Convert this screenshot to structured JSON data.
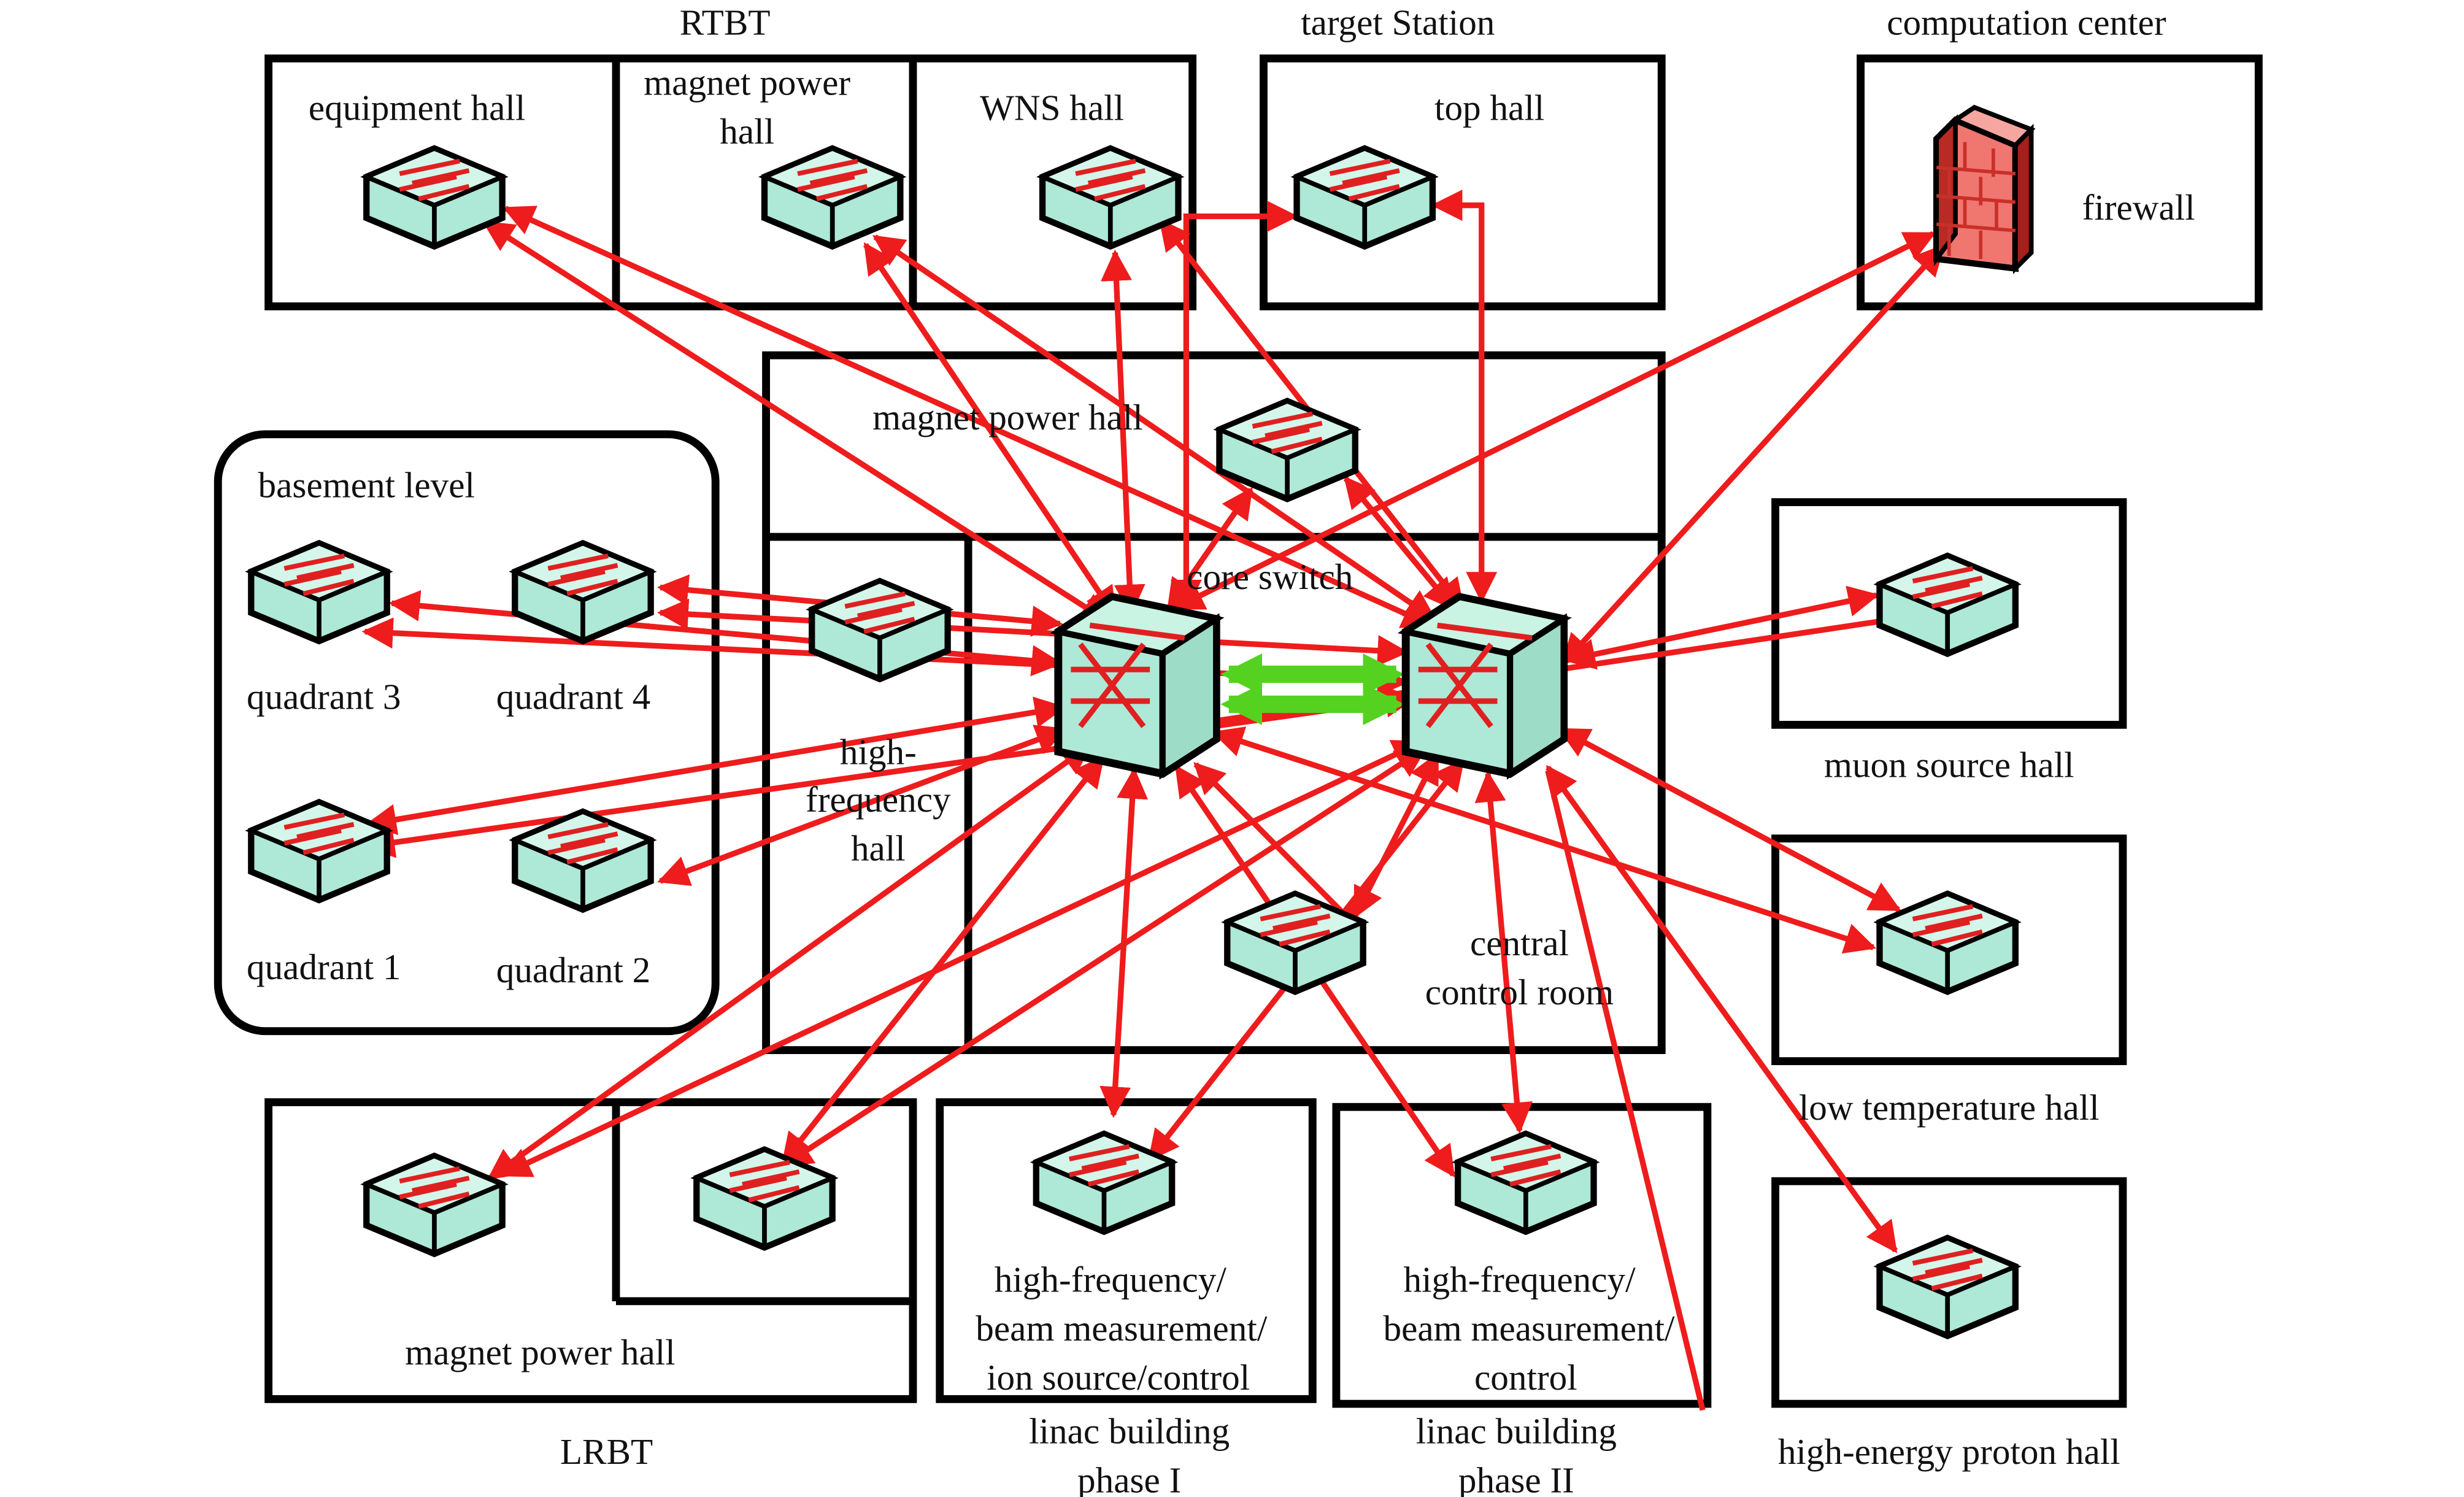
{
  "group_labels": {
    "rtbt": "RTBT",
    "target_station": "target Station",
    "computation_center": "computation center",
    "lrbt": "LRBT"
  },
  "rooms": {
    "equipment_hall": "equipment hall",
    "magnet_power_hall_rtbt_1": "magnet power",
    "magnet_power_hall_rtbt_2": "hall",
    "wns_hall": "WNS hall",
    "top_hall": "top hall",
    "firewall": "firewall",
    "magnet_power_hall_center": "magnet power hall",
    "basement_level": "basement level",
    "quadrant_3": "quadrant 3",
    "quadrant_4": "quadrant 4",
    "quadrant_1": "quadrant 1",
    "quadrant_2": "quadrant 2",
    "core_switch": "core switch",
    "hf_hall_1": "high-",
    "hf_hall_2": "frequency",
    "hf_hall_3": "hall",
    "central_control_1": "central",
    "central_control_2": "control room",
    "muon_source_hall": "muon source hall",
    "low_temperature_hall": "low temperature hall",
    "high_energy_proton_hall": "high-energy proton hall",
    "magnet_power_hall_lrbt": "magnet power hall",
    "linac1_box_1": "high-frequency/",
    "linac1_box_2": "beam measurement/",
    "linac1_box_3": "ion source/control",
    "linac1_caption_1": "linac building",
    "linac1_caption_2": "phase I",
    "linac2_box_1": "high-frequency/",
    "linac2_box_2": "beam measurement/",
    "linac2_box_3": "control",
    "linac2_caption_1": "linac building",
    "linac2_caption_2": "phase II"
  },
  "colors": {
    "link": "#ee1c1c",
    "trunk": "#55d21f",
    "switch_face": "#aee8d6",
    "firewall": "#e0403a"
  },
  "icons": {
    "access": "network-switch-icon",
    "core": "core-switch-icon",
    "firewall": "firewall-icon"
  }
}
